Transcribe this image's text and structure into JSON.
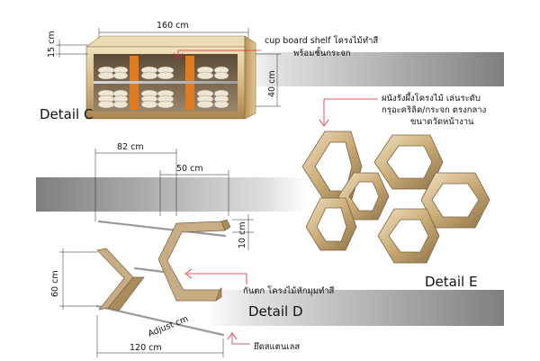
{
  "labels": {
    "dim_160": "160 cm",
    "dim_15": "15 cm",
    "dim_40": "40 cm",
    "dim_82": "82 cm",
    "dim_50": "50 cm",
    "dim_10": "10 cm",
    "dim_60": "60 cm",
    "dim_120": "120 cm",
    "dim_adjust": "Adjust cm",
    "note_shelf_line1": "cup board shelf โครงไม้ทำสี",
    "note_shelf_line2": "พร้อมชั้นกระจก",
    "note_wall_line1": "ผนังรังผึ้งโครงไม้ เล่นระดับ",
    "note_wall_line2": "กรุอะคริลิค/กระจก ตรงกลาง",
    "note_wall_line3": "ขนาดวัดหน้างาน",
    "note_rail": "กันตก โครงไม้หักมุมทำสี",
    "note_stainless": "ยึดสแตนเลส",
    "detail_c": "Detail  C",
    "detail_d": "Detail  D",
    "detail_e": "Detail  E"
  },
  "colors": {
    "wood_light": "#e9d4a8",
    "wood_mid": "#c9a56a",
    "wood_dark": "#8a6a3e",
    "accent_orange": "#e07a1e",
    "annotation_red": "#d8283a",
    "band_gray": "#8a8a8a"
  }
}
